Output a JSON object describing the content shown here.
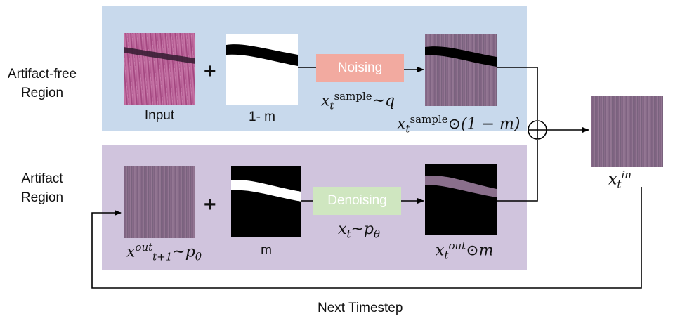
{
  "colors": {
    "artifact_free_panel": "#c8d9ec",
    "artifact_panel": "#d0c4dd",
    "noising_box": "#f2aaa0",
    "denoising_box": "#cfe6c0",
    "arrow": "#000000"
  },
  "rows": {
    "artifact_free": {
      "label": "Artifact-free Region"
    },
    "artifact": {
      "label": "Artifact Region"
    }
  },
  "top": {
    "input_caption": "Input",
    "mask_caption": "1- m",
    "plus": "+",
    "op_label": "Noising"
  },
  "bottom": {
    "mask_caption": "m",
    "plus": "+",
    "op_label": "Denoising"
  },
  "footer": {
    "label": "Next Timestep"
  },
  "icons": [
    "plus-icon",
    "circle-plus-icon",
    "arrow-icon"
  ]
}
